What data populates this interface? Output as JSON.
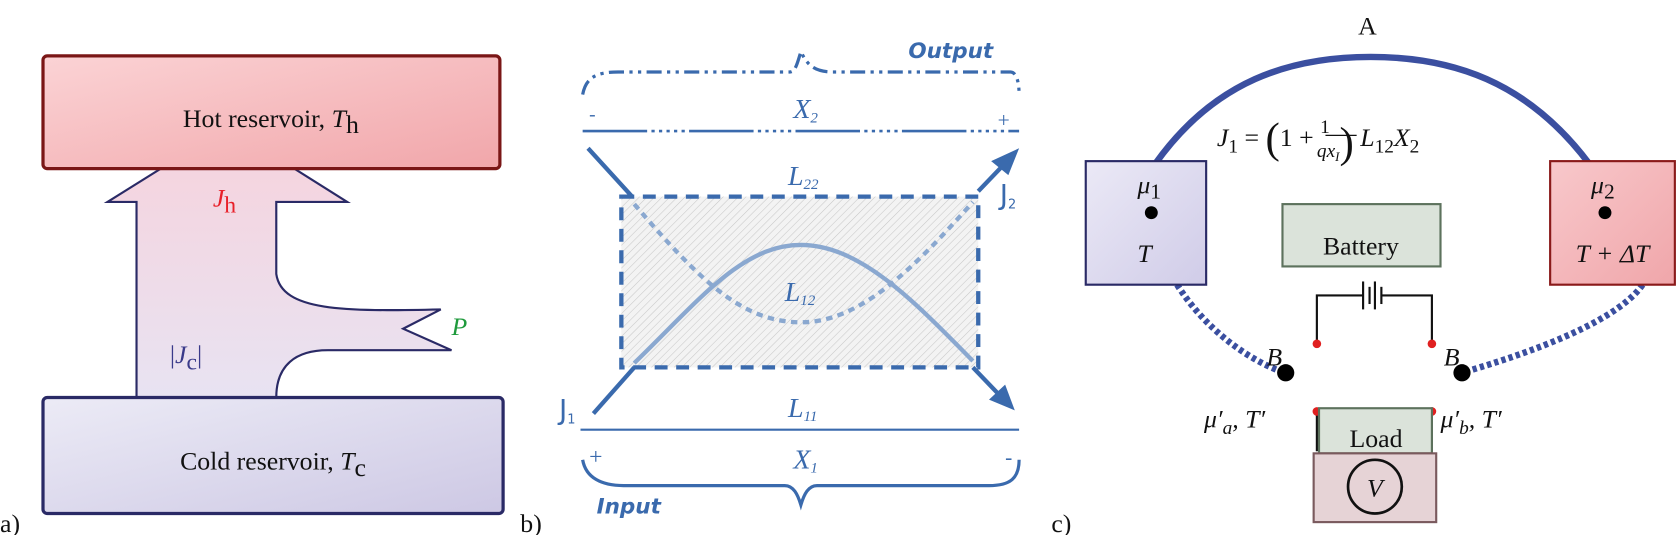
{
  "panel_a": {
    "label": "a)",
    "hot": {
      "text": "Hot reservoir, ",
      "sym": "T",
      "sub": "h"
    },
    "cold": {
      "text": "Cold reservoir, ",
      "sym": "T",
      "sub": "c"
    },
    "jh": {
      "sym": "J",
      "sub": "h"
    },
    "jc": {
      "open": "|",
      "sym": "J",
      "sub": "c",
      "close": "|"
    },
    "p": "P",
    "colors": {
      "hot_fill": "#f4b3b6",
      "hot_stroke": "#7a1616",
      "cold_fill": "#d6d2ea",
      "cold_stroke": "#2a2a66",
      "jh": "#e8202a",
      "p": "#1f9a3c",
      "jc": "#3a3a8a"
    }
  },
  "panel_b": {
    "label": "b)",
    "output": "Output",
    "input": "Input",
    "x2": {
      "sym": "X",
      "sub": "2"
    },
    "x1": {
      "sym": "X",
      "sub": "1"
    },
    "l22": {
      "sym": "L",
      "sub": "22"
    },
    "l12": {
      "sym": "L",
      "sub": "12"
    },
    "l11": {
      "sym": "L",
      "sub": "11"
    },
    "j1": {
      "sym": "J",
      "sub": "1"
    },
    "j2": {
      "sym": "J",
      "sub": "2"
    },
    "top_left_sign": "-",
    "top_right_sign": "+",
    "bottom_left_sign": "+",
    "bottom_right_sign": "-",
    "colors": {
      "line": "#3a6aad"
    }
  },
  "panel_c": {
    "label": "c)",
    "a_label": "A",
    "equation": {
      "lhs": "J",
      "lhs_sub": "1",
      "eq": " = ",
      "paren_l": "(",
      "one": "1 + ",
      "num": "1",
      "den": "qx",
      "den_sub": "I",
      "paren_r": ")",
      "l": " L",
      "l_sub": "12",
      "x": "X",
      "x_sub": "2"
    },
    "left_box": {
      "mu": "μ",
      "mu_sub": "1",
      "temp": "T"
    },
    "right_box": {
      "mu": "μ",
      "mu_sub": "2",
      "temp": "T + ΔT"
    },
    "battery": "Battery",
    "load": "Load",
    "voltmeter": "V",
    "b_left": "B",
    "b_right": "B",
    "left_node": {
      "mu": "μ′",
      "sub": "a",
      "rest": ", T′"
    },
    "right_node": {
      "mu": "μ′",
      "sub": "b",
      "rest": ", T′"
    },
    "colors": {
      "arc": "#3b4fa0",
      "terminal": "#e02020",
      "battery_fill": "#dbe3da",
      "load_fill": "#e6d3d6"
    }
  }
}
